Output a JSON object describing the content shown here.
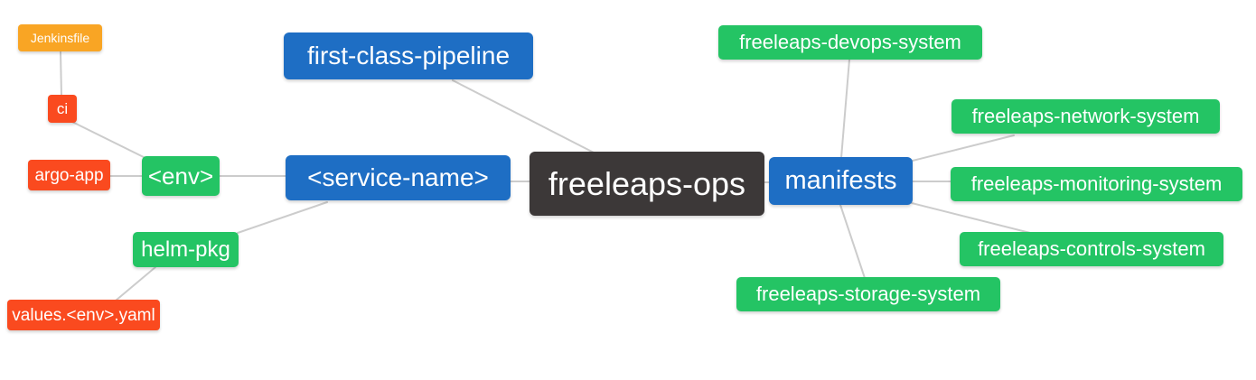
{
  "diagram": {
    "type": "mindmap",
    "root_label": "freeleaps-ops",
    "palette": {
      "blue": "#1e6ec4",
      "green": "#24c464",
      "red": "#fa4a1f",
      "orange": "#f9a524",
      "dark": "#3c3838",
      "edge": "#cccccc",
      "text": "#ffffff",
      "background": "#ffffff"
    },
    "nodes": [
      {
        "id": "jenkinsfile",
        "label": "Jenkinsfile",
        "color": "orange"
      },
      {
        "id": "ci",
        "label": "ci",
        "color": "red"
      },
      {
        "id": "argo-app",
        "label": "argo-app",
        "color": "red"
      },
      {
        "id": "env",
        "label": "<env>",
        "color": "green"
      },
      {
        "id": "first-class-pipeline",
        "label": "first-class-pipeline",
        "color": "blue"
      },
      {
        "id": "service-name",
        "label": "<service-name>",
        "color": "blue"
      },
      {
        "id": "helm-pkg",
        "label": "helm-pkg",
        "color": "green"
      },
      {
        "id": "values-env-yaml",
        "label": "values.<env>.yaml",
        "color": "red"
      },
      {
        "id": "freeleaps-ops",
        "label": "freeleaps-ops",
        "color": "dark"
      },
      {
        "id": "manifests",
        "label": "manifests",
        "color": "blue"
      },
      {
        "id": "freeleaps-devops-system",
        "label": "freeleaps-devops-system",
        "color": "green"
      },
      {
        "id": "freeleaps-network-system",
        "label": "freeleaps-network-system",
        "color": "green"
      },
      {
        "id": "freeleaps-monitoring-system",
        "label": "freeleaps-monitoring-system",
        "color": "green"
      },
      {
        "id": "freeleaps-controls-system",
        "label": "freeleaps-controls-system",
        "color": "green"
      },
      {
        "id": "freeleaps-storage-system",
        "label": "freeleaps-storage-system",
        "color": "green"
      }
    ],
    "edges": [
      [
        "jenkinsfile",
        "ci"
      ],
      [
        "ci",
        "env"
      ],
      [
        "argo-app",
        "env"
      ],
      [
        "env",
        "service-name"
      ],
      [
        "helm-pkg",
        "service-name"
      ],
      [
        "values-env-yaml",
        "helm-pkg"
      ],
      [
        "first-class-pipeline",
        "freeleaps-ops"
      ],
      [
        "service-name",
        "freeleaps-ops"
      ],
      [
        "freeleaps-ops",
        "manifests"
      ],
      [
        "manifests",
        "freeleaps-devops-system"
      ],
      [
        "manifests",
        "freeleaps-network-system"
      ],
      [
        "manifests",
        "freeleaps-monitoring-system"
      ],
      [
        "manifests",
        "freeleaps-controls-system"
      ],
      [
        "manifests",
        "freeleaps-storage-system"
      ]
    ]
  }
}
